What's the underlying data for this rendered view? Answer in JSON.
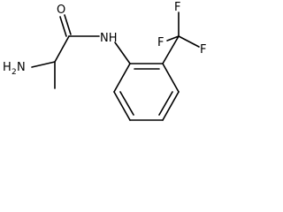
{
  "molecule": {
    "atoms": {
      "o": "O",
      "nh": "NH",
      "h2n_h": "H",
      "h2n_sub": "2",
      "h2n_n": "N",
      "f_top": "F",
      "f_right": "F",
      "f_left": "F"
    }
  }
}
